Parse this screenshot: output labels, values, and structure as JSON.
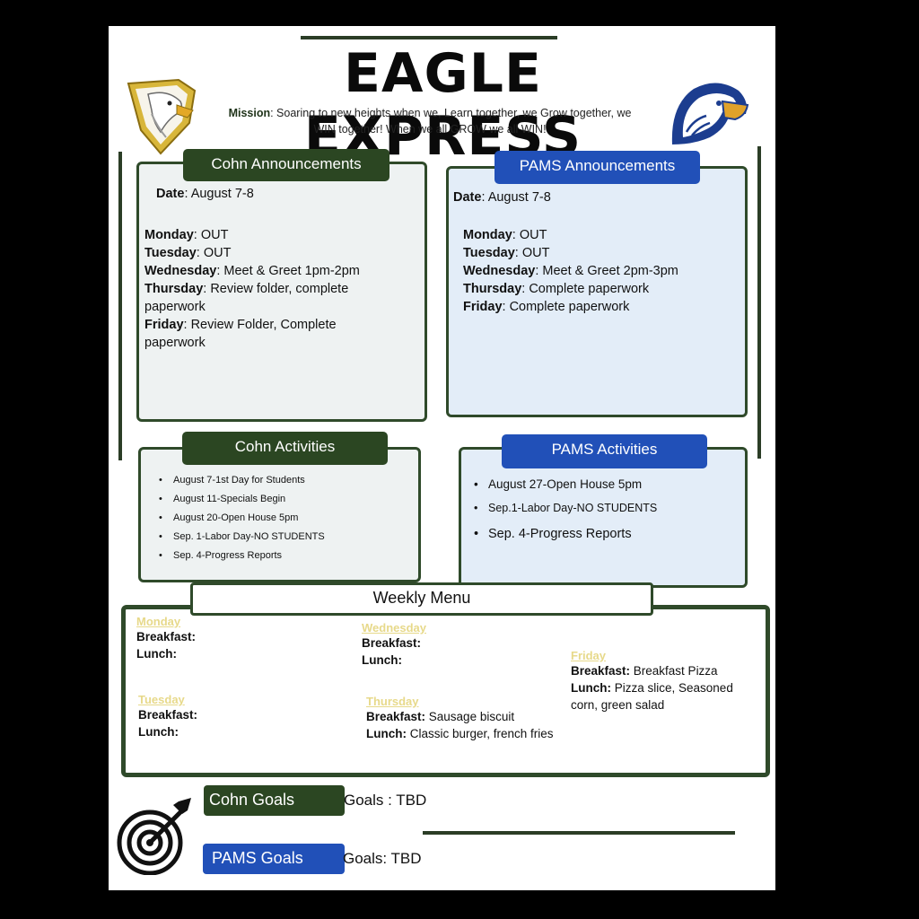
{
  "header": {
    "title": "EAGLE EXPRESS",
    "mission_label": "Mission",
    "mission_text": ": Soaring to new heights when we, Learn together, we Grow together, we WIN together! When we all GROW we all WIN!"
  },
  "cohn_announcements": {
    "title": "Cohn Announcements",
    "date_label": "Date",
    "date_value": ": August 7-8",
    "items": [
      {
        "day": "Monday",
        "text": ": OUT"
      },
      {
        "day": "Tuesday",
        "text": ": OUT"
      },
      {
        "day": "Wednesday",
        "text": ": Meet & Greet 1pm-2pm"
      },
      {
        "day": "Thursday",
        "text": ": Review folder, complete paperwork"
      },
      {
        "day": "Friday",
        "text": ": Review Folder, Complete paperwork"
      }
    ]
  },
  "pams_announcements": {
    "title": "PAMS Announcements",
    "date_label": "Date",
    "date_value": ": August 7-8",
    "items": [
      {
        "day": "Monday",
        "text": ": OUT"
      },
      {
        "day": "Tuesday",
        "text": ": OUT"
      },
      {
        "day": "Wednesday",
        "text": ": Meet & Greet 2pm-3pm"
      },
      {
        "day": "Thursday",
        "text": ": Complete paperwork"
      },
      {
        "day": "Friday",
        "text": ": Complete paperwork"
      }
    ]
  },
  "cohn_activities": {
    "title": "Cohn Activities",
    "items": [
      "August 7-1st Day for Students",
      "August 11-Specials Begin",
      "August 20-Open House 5pm",
      "Sep. 1-Labor Day-NO STUDENTS",
      "Sep. 4-Progress Reports"
    ]
  },
  "pams_activities": {
    "title": "PAMS Activities",
    "items": [
      "August 27-Open House 5pm",
      "Sep.1-Labor Day-NO STUDENTS",
      "Sep. 4-Progress Reports"
    ]
  },
  "menu": {
    "title": "Weekly Menu",
    "breakfast_label": "Breakfast:",
    "lunch_label": "Lunch:",
    "monday": {
      "day": "Monday",
      "breakfast": "",
      "lunch": ""
    },
    "tuesday": {
      "day": "Tuesday",
      "breakfast": "",
      "lunch": ""
    },
    "wednesday": {
      "day": "Wednesday",
      "breakfast": "",
      "lunch": ""
    },
    "thursday": {
      "day": "Thursday",
      "breakfast": " Sausage biscuit",
      "lunch": " Classic burger, french fries"
    },
    "friday": {
      "day": "Friday",
      "breakfast": " Breakfast Pizza",
      "lunch": " Pizza slice, Seasoned corn, green salad"
    }
  },
  "goals": {
    "cohn_label": "Cohn Goals",
    "cohn_text": "Goals : TBD",
    "pams_label": "PAMS Goals",
    "pams_text": "Goals: TBD"
  },
  "colors": {
    "green": "#2b4622",
    "blue": "#2150b8",
    "day_yellow": "#e7d98a"
  },
  "icons": [
    "eagle-logo-gold",
    "eagle-logo-blue",
    "target-arrow-icon"
  ]
}
